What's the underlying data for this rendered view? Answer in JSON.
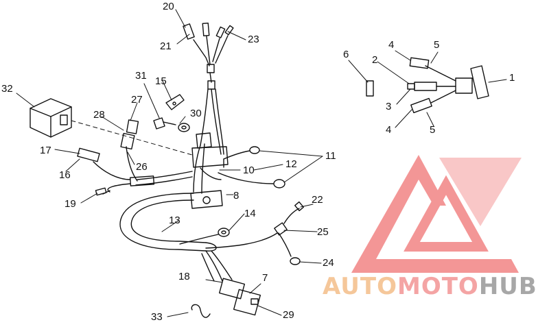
{
  "watermark": {
    "part1": "AUTO",
    "part2": "MOTO",
    "part3": "HUB",
    "colors": {
      "auto": "#f5c79a",
      "moto": "#f4a4a4",
      "hub": "#a7a7a7",
      "logo": "#f08a8a"
    }
  },
  "callouts": {
    "c1": "1",
    "c2": "2",
    "c3": "3",
    "c4a": "4",
    "c4b": "4",
    "c5a": "5",
    "c5b": "5",
    "c6": "6",
    "c7": "7",
    "c8": "8",
    "c10": "10",
    "c11": "11",
    "c12": "12",
    "c13": "13",
    "c14": "14",
    "c15": "15",
    "c16": "16",
    "c17": "17",
    "c18": "18",
    "c19": "19",
    "c20": "20",
    "c21": "21",
    "c22": "22",
    "c23": "23",
    "c24": "24",
    "c25": "25",
    "c26": "26",
    "c27": "27",
    "c28": "28",
    "c29": "29",
    "c30": "30",
    "c31": "31",
    "c32": "32",
    "c33": "33"
  }
}
